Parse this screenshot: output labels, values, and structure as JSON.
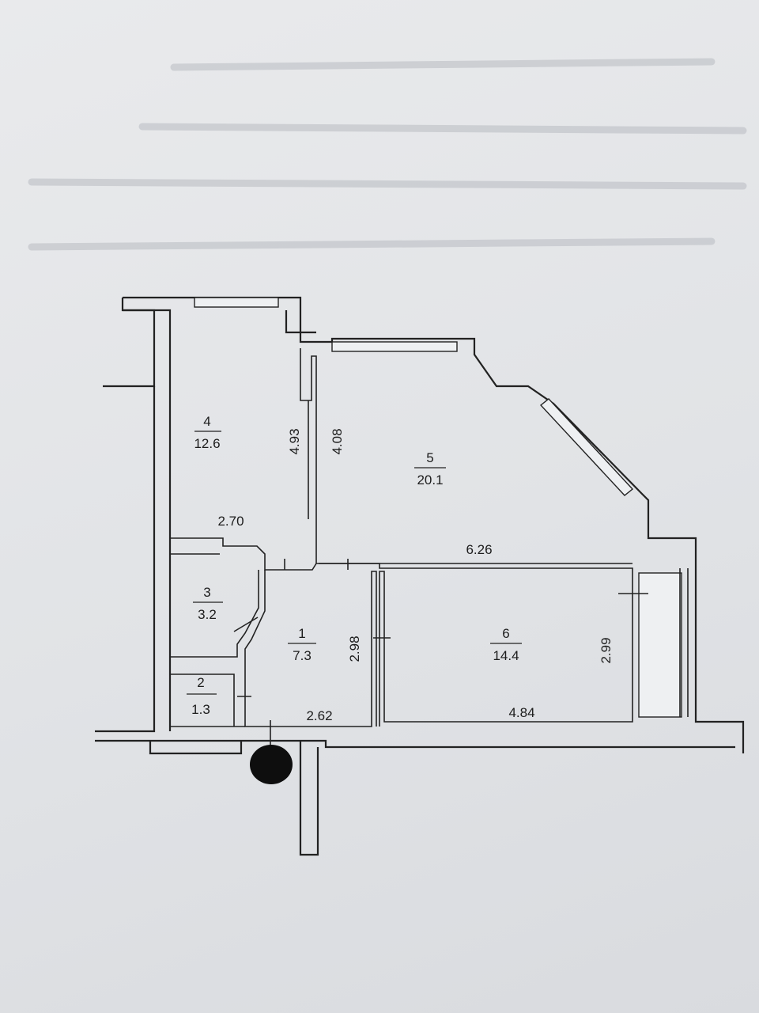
{
  "rooms": [
    {
      "number": "1",
      "area": "7.3"
    },
    {
      "number": "2",
      "area": "1.3"
    },
    {
      "number": "3",
      "area": "3.2"
    },
    {
      "number": "4",
      "area": "12.6"
    },
    {
      "number": "5",
      "area": "20.1"
    },
    {
      "number": "6",
      "area": "14.4"
    }
  ],
  "dimensions": {
    "room4_height": "4.93",
    "room4_width": "2.70",
    "room5_height": "4.08",
    "room5_width": "6.26",
    "room1_height": "2.98",
    "room1_width": "2.62",
    "room6_height": "2.99",
    "room6_width": "4.84"
  },
  "colors": {
    "ink": "#222222",
    "paper": "#e5e7ea"
  }
}
